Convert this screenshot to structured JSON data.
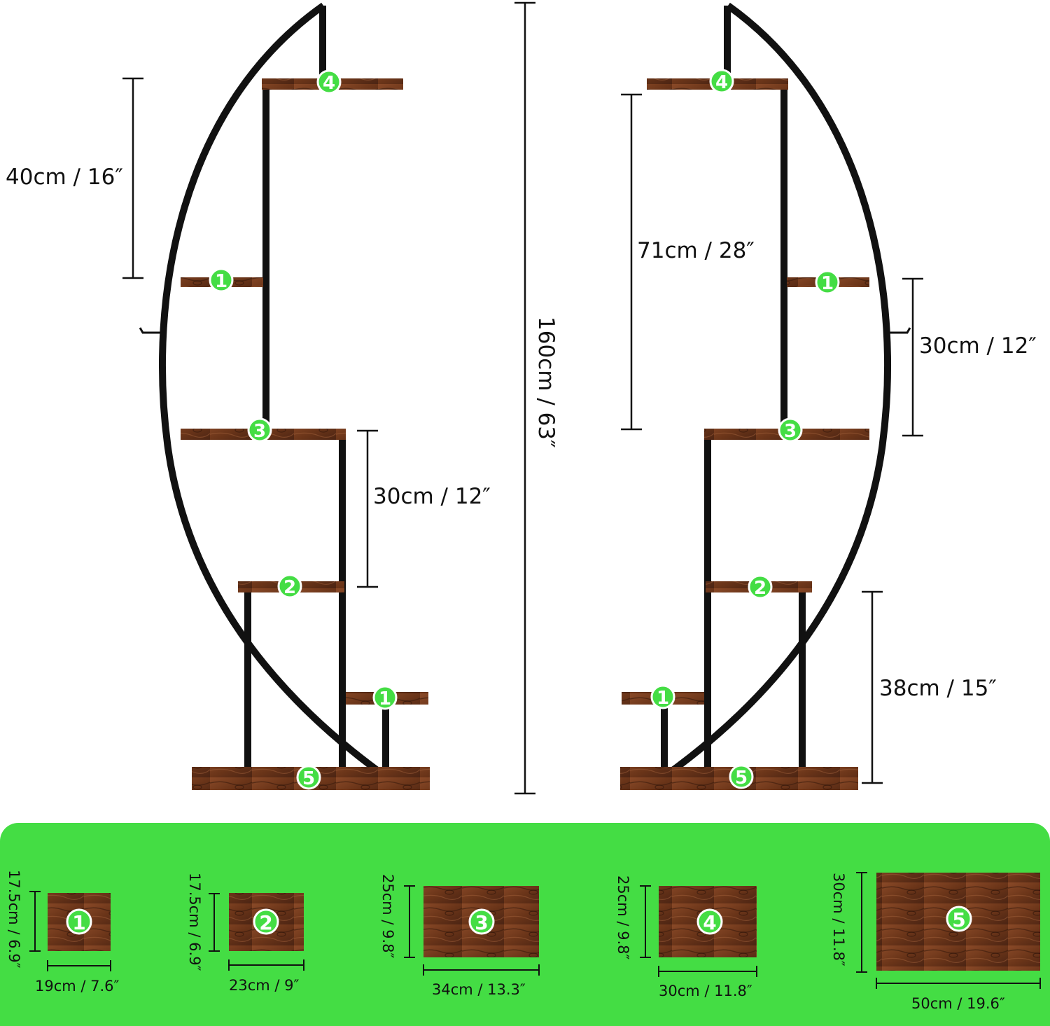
{
  "colors": {
    "frame": "#111111",
    "wood_light": "#8a4a28",
    "wood_dark": "#4b2413",
    "badge_fill": "#44dd44",
    "badge_stroke": "#ffffff",
    "panel": "#44dd44",
    "text": "#111111"
  },
  "tier_badges": {
    "one": "1",
    "two": "2",
    "three": "3",
    "four": "4",
    "five": "5"
  },
  "left_stand": {
    "top_gap": "40cm / 16″",
    "shelf_gap": "30cm / 12″"
  },
  "total_height": "160cm / 63″",
  "right_stand": {
    "upper_span": "71cm / 28″",
    "shelf_gap": "30cm / 12″",
    "bottom_gap": "38cm / 15″"
  },
  "shelf_sizes": [
    {
      "badge": "1",
      "height": "17.5cm / 6.9″",
      "width": "19cm / 7.6″"
    },
    {
      "badge": "2",
      "height": "17.5cm / 6.9″",
      "width": "23cm / 9″"
    },
    {
      "badge": "3",
      "height": "25cm / 9.8″",
      "width": "34cm / 13.3″"
    },
    {
      "badge": "4",
      "height": "25cm / 9.8″",
      "width": "30cm / 11.8″"
    },
    {
      "badge": "5",
      "height": "30cm / 11.8″",
      "width": "50cm / 19.6″"
    }
  ]
}
